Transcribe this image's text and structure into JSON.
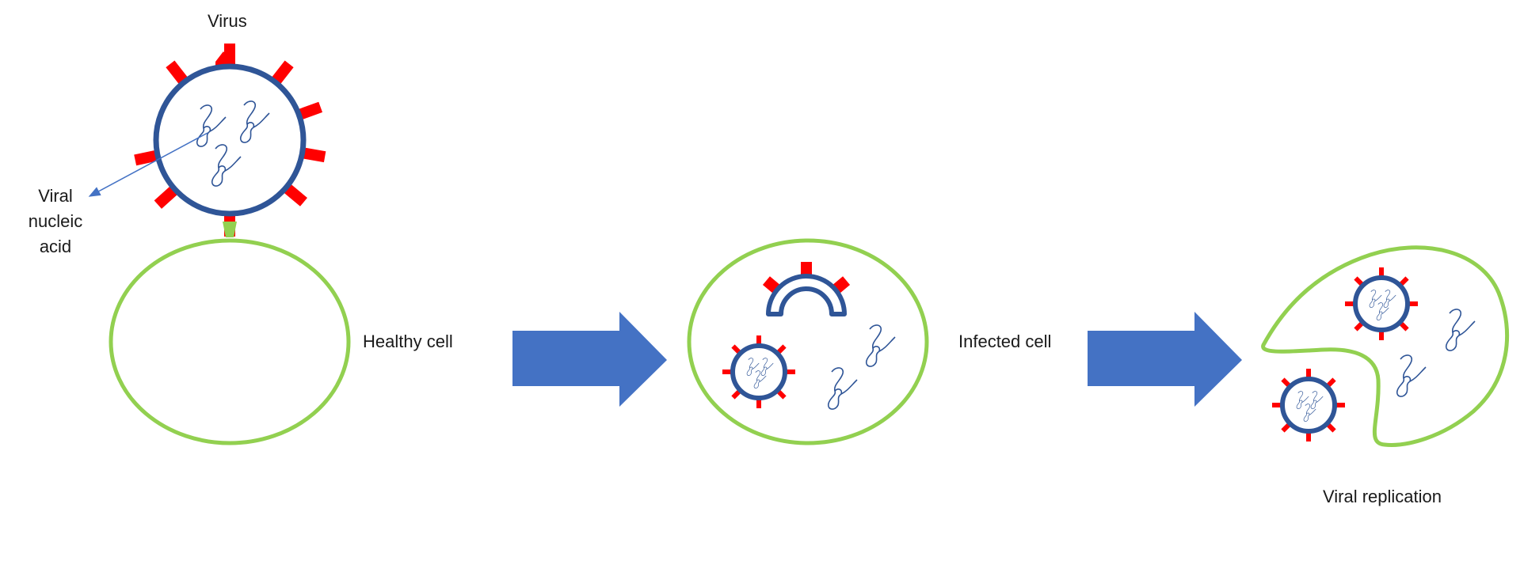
{
  "labels": {
    "virus": "Virus",
    "viral_nucleic_acid": [
      "Viral",
      "nucleic",
      "acid"
    ],
    "healthy_cell": "Healthy cell",
    "infected_cell": "Infected cell",
    "viral_replication": "Viral replication"
  },
  "colors": {
    "cell_membrane": "#92D050",
    "capsid": "#2F5597",
    "spikes": "#FF0000",
    "nucleic_acid": "#2F5597",
    "arrow": "#4472C4"
  },
  "icons": {
    "process_arrow": "right-block-arrow",
    "pointer_arrow": "thin-pointer-arrow"
  }
}
